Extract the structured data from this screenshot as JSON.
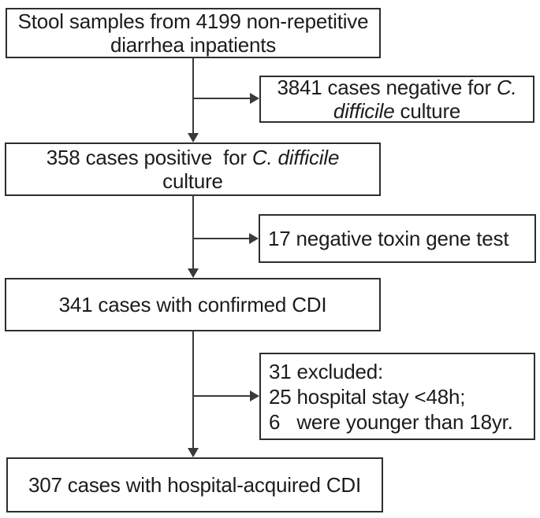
{
  "flowchart": {
    "title": "CDI patient selection flow diagram",
    "colors": {
      "background": "#ffffff",
      "border": "#2e2e2e",
      "text": "#1c1c1c",
      "line": "#3a3a3a"
    },
    "nodes": [
      {
        "id": "stool-samples",
        "role": "start",
        "lines": [
          [
            {
              "t": "Stool samples from 4199 non-repetitive"
            }
          ],
          [
            {
              "t": "diarrhea inpatients"
            }
          ]
        ]
      },
      {
        "id": "negative-culture",
        "role": "exclusion",
        "lines": [
          [
            {
              "t": "3841 cases negative for "
            },
            {
              "t": "C.",
              "i": true
            }
          ],
          [
            {
              "t": "difficile",
              "i": true
            },
            {
              "t": " culture"
            }
          ]
        ]
      },
      {
        "id": "positive-culture",
        "role": "step",
        "lines": [
          [
            {
              "t": "358 cases positive  for "
            },
            {
              "t": "C. difficile",
              "i": true
            }
          ],
          [
            {
              "t": "culture"
            }
          ]
        ]
      },
      {
        "id": "negative-toxin",
        "role": "exclusion",
        "lines": [
          [
            {
              "t": "17 negative toxin gene test"
            }
          ]
        ]
      },
      {
        "id": "confirmed-cdi",
        "role": "step",
        "lines": [
          [
            {
              "t": "341 cases with confirmed CDI"
            }
          ]
        ]
      },
      {
        "id": "excluded",
        "role": "exclusion",
        "lines": [
          [
            {
              "t": "31 excluded:"
            }
          ],
          [
            {
              "t": "25 hospital stay <48h;"
            }
          ],
          [
            {
              "t": "6   were younger than 18yr."
            }
          ]
        ]
      },
      {
        "id": "hospital-acquired-cdi",
        "role": "end",
        "lines": [
          [
            {
              "t": "307 cases with hospital-acquired CDI"
            }
          ]
        ]
      }
    ]
  }
}
